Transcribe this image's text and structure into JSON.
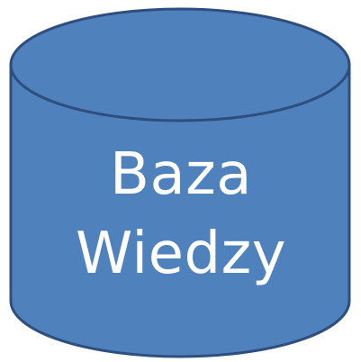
{
  "diagram": {
    "shape": "database-cylinder",
    "label_lines": [
      "Baza",
      "Wiedzy"
    ],
    "colors": {
      "fill": "#4F81BD",
      "stroke": "#2E4E7E",
      "text": "#FFFFFF",
      "background": "#FFFFFF"
    }
  }
}
